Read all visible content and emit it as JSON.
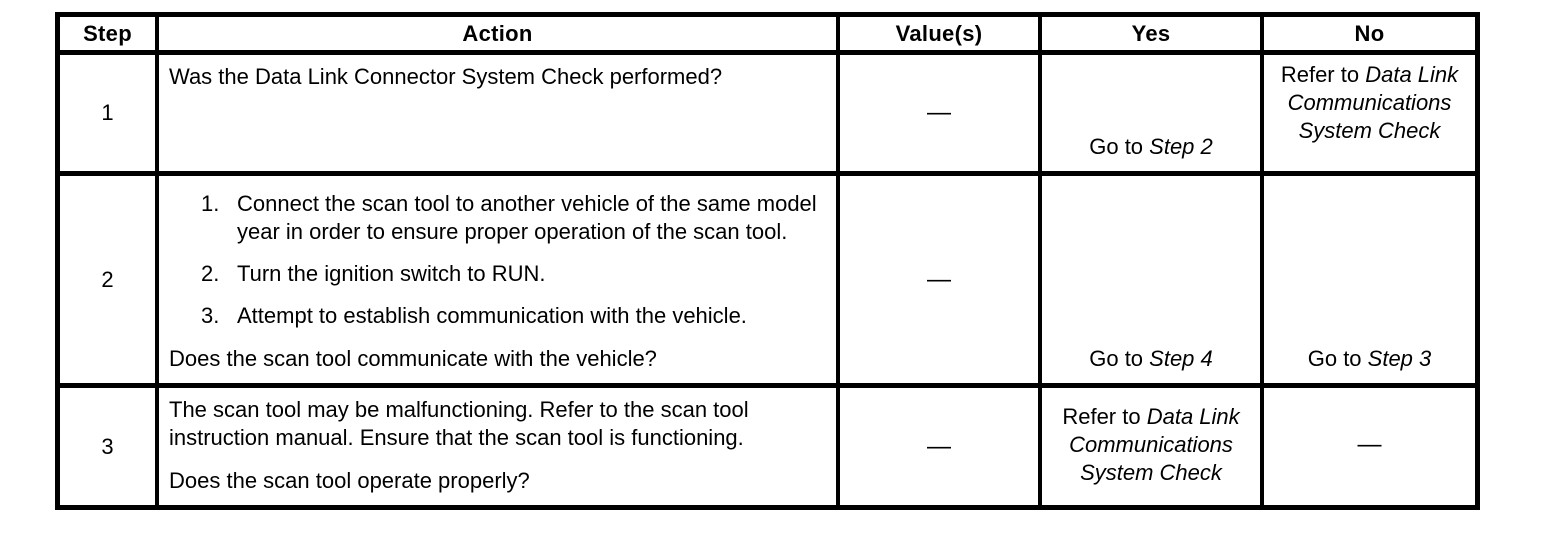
{
  "table": {
    "headers": {
      "step": "Step",
      "action": "Action",
      "values": "Value(s)",
      "yes": "Yes",
      "no": "No"
    },
    "rows": [
      {
        "step": "1",
        "action": {
          "question": "Was the Data Link Connector System Check performed?"
        },
        "value": "—",
        "yes": {
          "prefix": "Go to ",
          "italic": "Step 2"
        },
        "no": {
          "prefix": "Refer to ",
          "italic": "Data Link Communications System Check"
        }
      },
      {
        "step": "2",
        "action": {
          "list": [
            {
              "num": "1.",
              "text": "Connect the scan tool to another vehicle of the same model year in order to ensure proper operation of the scan tool."
            },
            {
              "num": "2.",
              "text": "Turn the ignition switch to RUN."
            },
            {
              "num": "3.",
              "text": "Attempt to establish communication with the vehicle."
            }
          ],
          "question": "Does the scan tool communicate with the vehicle?"
        },
        "value": "—",
        "yes": {
          "prefix": "Go to ",
          "italic": "Step 4"
        },
        "no": {
          "prefix": "Go to ",
          "italic": "Step 3"
        }
      },
      {
        "step": "3",
        "action": {
          "text": "The scan tool may be malfunctioning. Refer to the scan tool instruction manual. Ensure that the scan tool is functioning.",
          "question": "Does the scan tool operate properly?"
        },
        "value": "—",
        "yes": {
          "prefix": "Refer to ",
          "italic": "Data Link Communications System Check"
        },
        "no": {
          "prefix": "—"
        }
      }
    ]
  }
}
